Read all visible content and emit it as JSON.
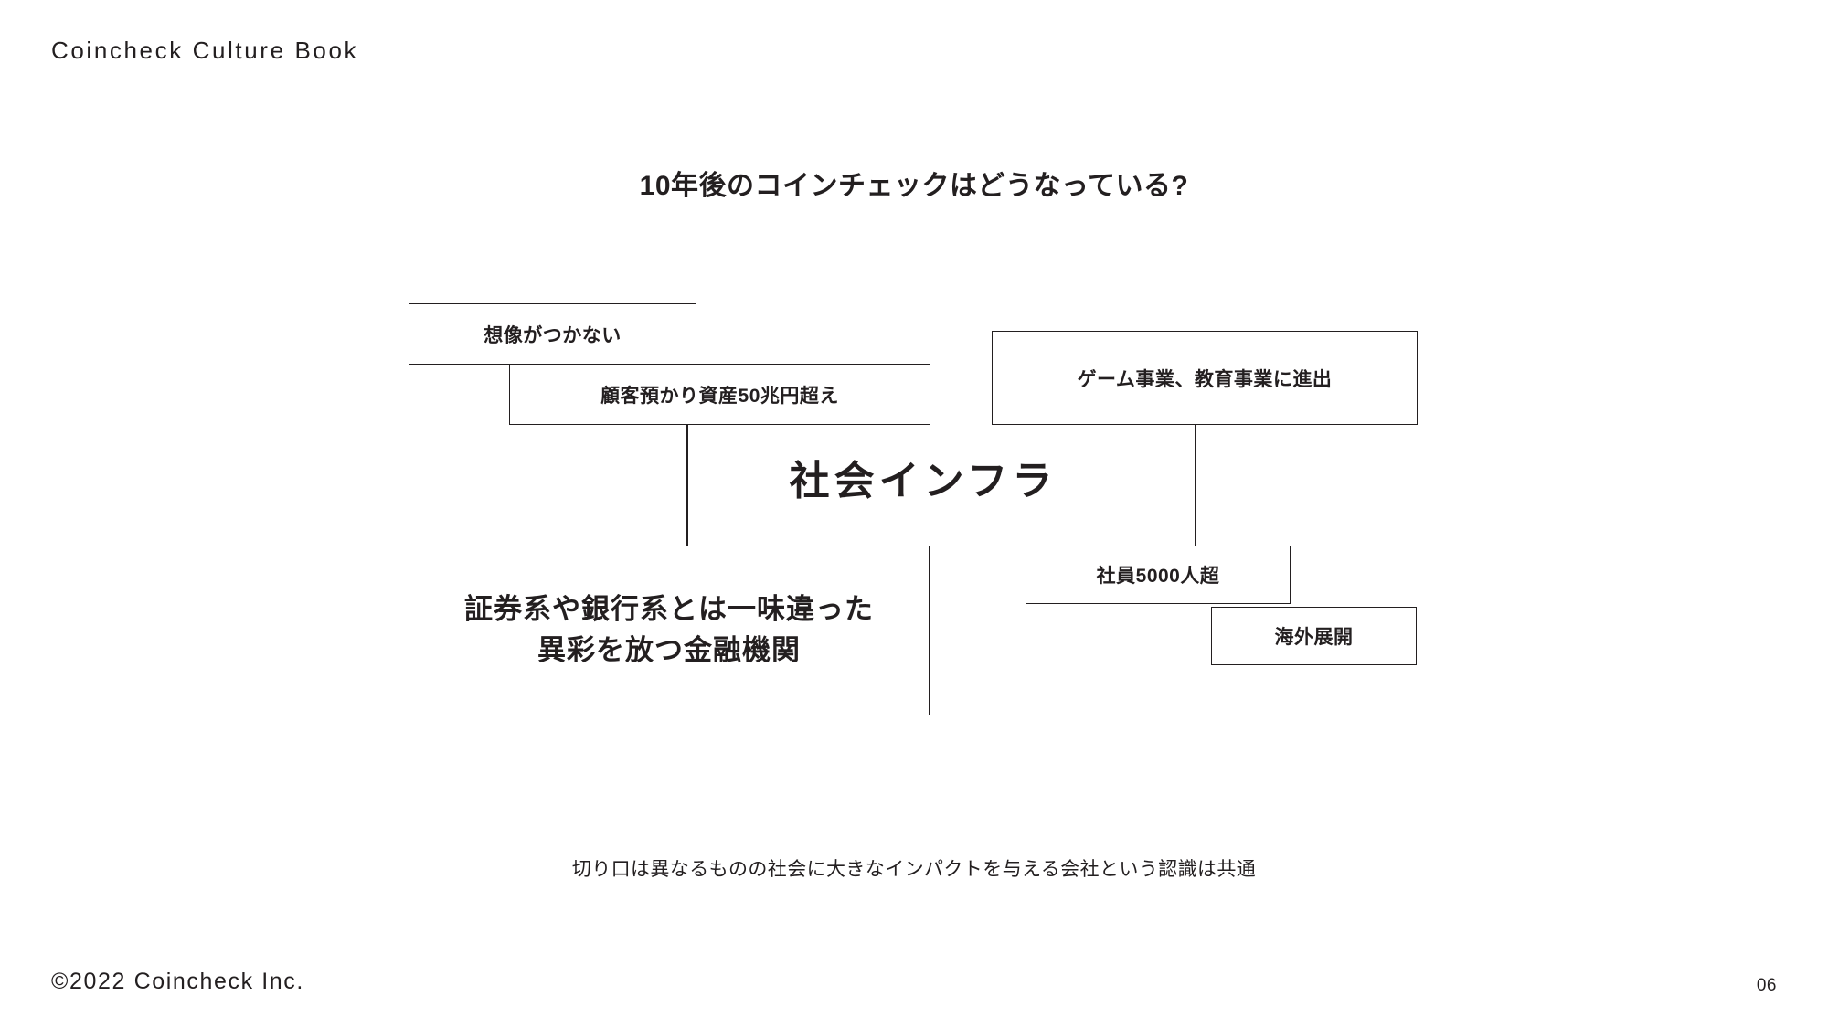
{
  "header": {
    "title": "Coincheck Culture Book"
  },
  "slide": {
    "headline": "10年後のコインチェックはどうなっている?",
    "center_label": "社会インフラ",
    "caption": "切り口は異なるものの社会に大きなインパクトを与える会社という認識は共通"
  },
  "diagram": {
    "nodes": [
      {
        "id": "imagination",
        "text": "想像がつかない"
      },
      {
        "id": "assets",
        "text": "顧客預かり資産50兆円超え"
      },
      {
        "id": "newbiz",
        "text": "ゲーム事業、教育事業に進出"
      },
      {
        "id": "financial_line1",
        "text": "証券系や銀行系とは一味違った"
      },
      {
        "id": "financial_line2",
        "text": "異彩を放つ金融機関"
      },
      {
        "id": "employees",
        "text": "社員5000人超"
      },
      {
        "id": "overseas",
        "text": "海外展開"
      }
    ]
  },
  "footer": {
    "copyright": "©2022 Coincheck Inc.",
    "page_number": "06"
  },
  "colors": {
    "ink": "#231f20",
    "background": "#ffffff"
  }
}
